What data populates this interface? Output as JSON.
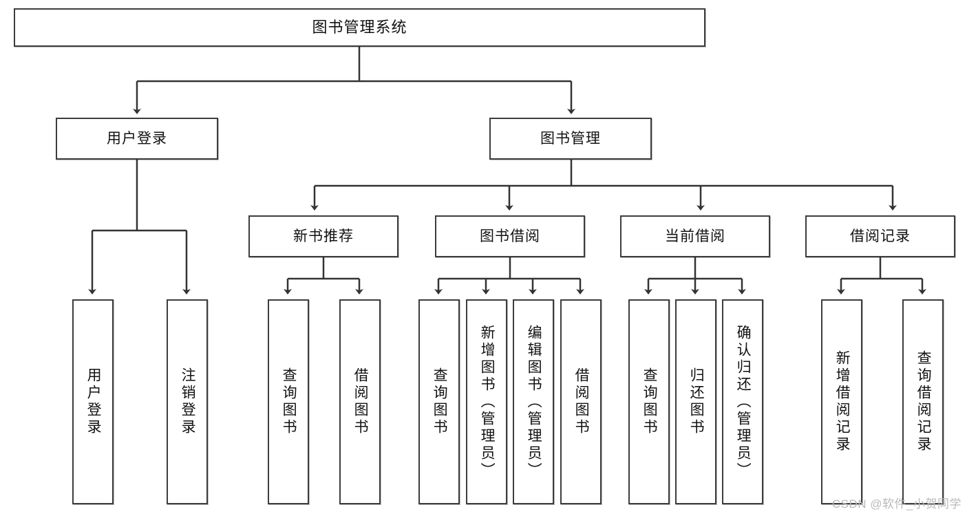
{
  "diagram": {
    "title": "图书管理系统",
    "type": "hierarchy-tree",
    "watermark": "CSDN @软件_小贺同学",
    "root": {
      "label": "图书管理系统"
    },
    "level2": [
      {
        "label": "用户登录"
      },
      {
        "label": "图书管理"
      }
    ],
    "level3": [
      {
        "label": "新书推荐"
      },
      {
        "label": "图书借阅"
      },
      {
        "label": "当前借阅"
      },
      {
        "label": "借阅记录"
      }
    ],
    "leaves": {
      "user_login": [
        {
          "label": "用户登录"
        },
        {
          "label": "注销登录"
        }
      ],
      "new_book_recommend": [
        {
          "label": "查询图书"
        },
        {
          "label": "借阅图书"
        }
      ],
      "book_borrow": [
        {
          "label": "查询图书"
        },
        {
          "label": "新增图书（管理员）"
        },
        {
          "label": "编辑图书（管理员）"
        },
        {
          "label": "借阅图书"
        }
      ],
      "current_borrow": [
        {
          "label": "查询图书"
        },
        {
          "label": "归还图书"
        },
        {
          "label": "确认归还（管理员）"
        }
      ],
      "borrow_record": [
        {
          "label": "新增借阅记录"
        },
        {
          "label": "查询借阅记录"
        }
      ]
    },
    "colors": {
      "stroke": "#3c3c3c",
      "fill": "#ffffff",
      "text": "#111111",
      "watermark": "#b9b9b9"
    }
  }
}
